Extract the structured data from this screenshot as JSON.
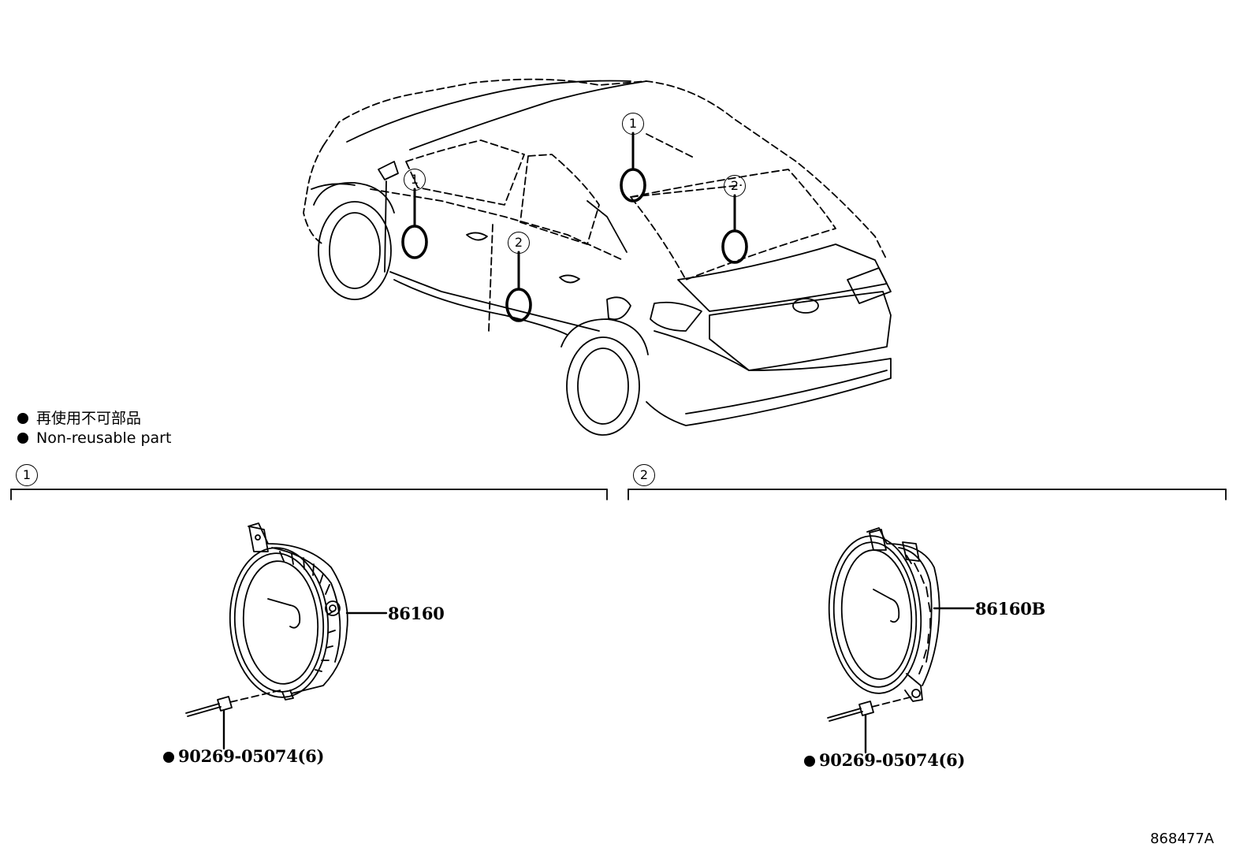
{
  "legend": {
    "line_jp": "再使用不可部品",
    "line_en": "Non-reusable part"
  },
  "sections": [
    {
      "number": "1",
      "speaker_part": "86160",
      "rivet_part": "90269-05074(6)"
    },
    {
      "number": "2",
      "speaker_part": "86160B",
      "rivet_part": "90269-05074(6)"
    }
  ],
  "callouts": [
    "1",
    "1",
    "2",
    "2"
  ],
  "drawing_number": "868477A"
}
